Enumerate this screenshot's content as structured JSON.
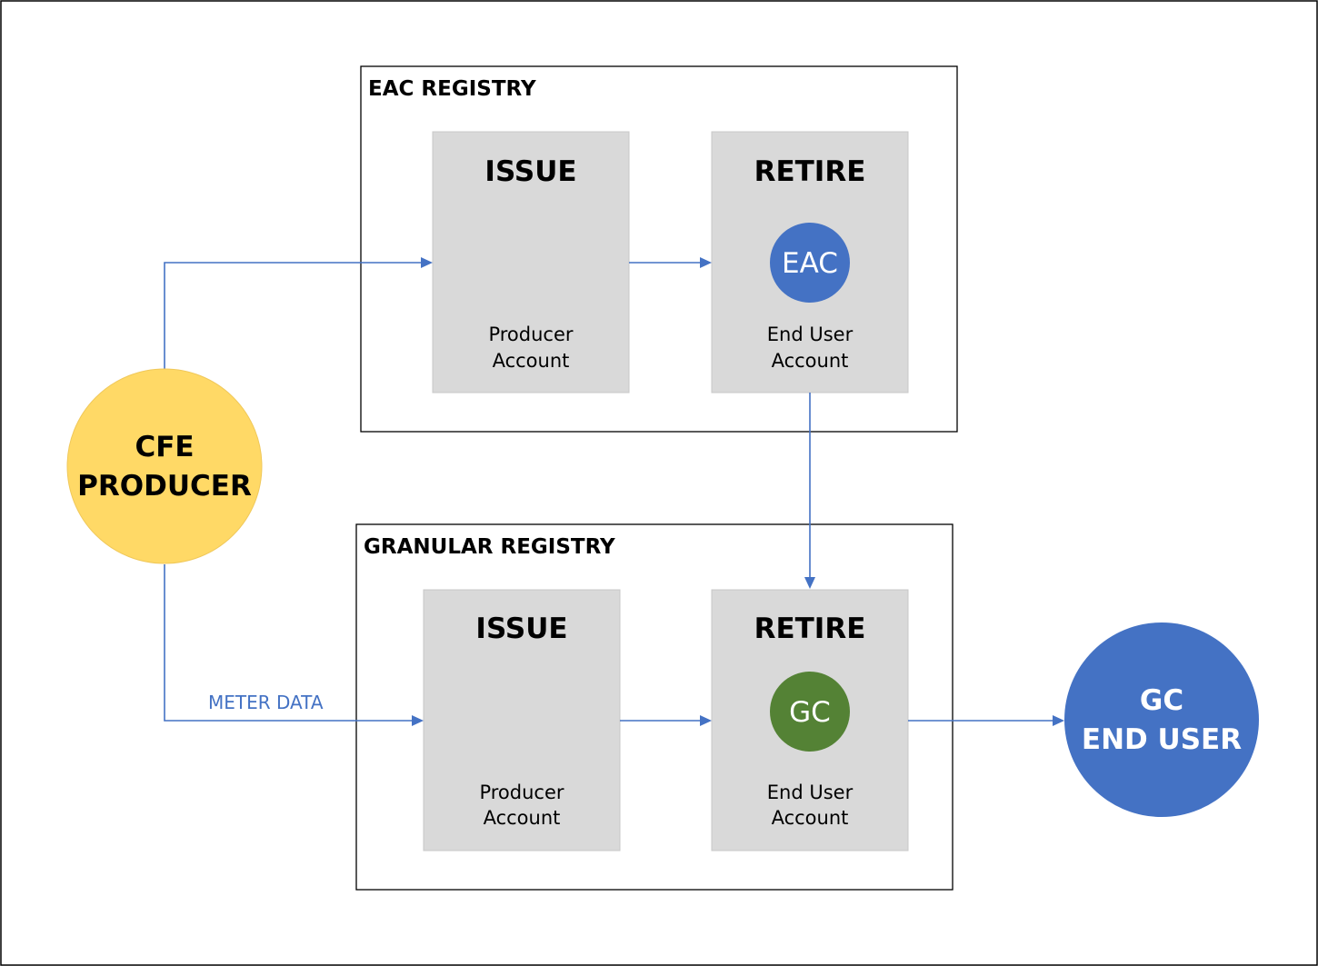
{
  "registries": {
    "eac": {
      "title": "EAC REGISTRY",
      "issue": {
        "title": "ISSUE",
        "account_line1": "Producer",
        "account_line2": "Account"
      },
      "retire": {
        "title": "RETIRE",
        "token": "EAC",
        "account_line1": "End User",
        "account_line2": "Account"
      }
    },
    "granular": {
      "title": "GRANULAR REGISTRY",
      "issue": {
        "title": "ISSUE",
        "account_line1": "Producer",
        "account_line2": "Account"
      },
      "retire": {
        "title": "RETIRE",
        "token": "GC",
        "account_line1": "End User",
        "account_line2": "Account"
      }
    }
  },
  "actors": {
    "producer": {
      "line1": "CFE",
      "line2": "PRODUCER"
    },
    "end_user": {
      "line1": "GC",
      "line2": "END USER"
    }
  },
  "edges": {
    "meter_data_label": "METER DATA"
  },
  "colors": {
    "connector": "#4472c4",
    "producer_fill": "#ffd966",
    "end_user_fill": "#4472c4",
    "eac_token_fill": "#4472c4",
    "gc_token_fill": "#548235",
    "account_box_fill": "#d9d9d9"
  }
}
